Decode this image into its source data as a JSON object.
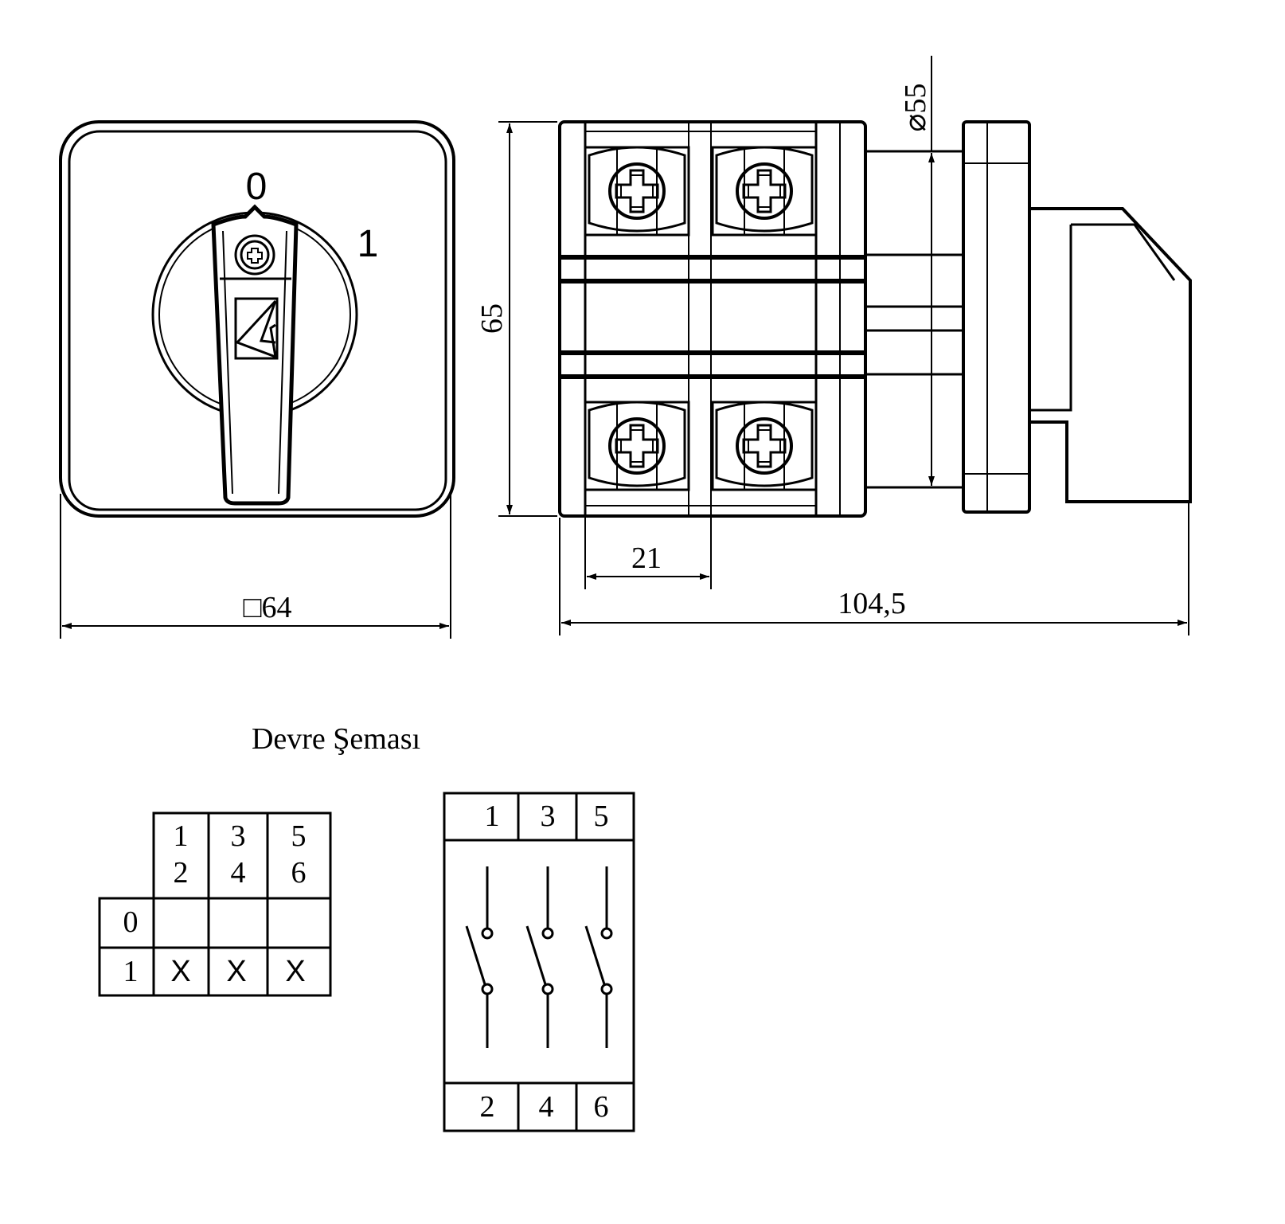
{
  "front_view": {
    "pos0": "0",
    "pos1": "1",
    "dim_square": "□64"
  },
  "side_view": {
    "dim_height": "65",
    "dim_diameter": "⌀55",
    "dim_module": "21",
    "dim_length": "104,5"
  },
  "circuit": {
    "title": "Devre Şeması",
    "table": {
      "headers": [
        [
          "1",
          "2"
        ],
        [
          "3",
          "4"
        ],
        [
          "5",
          "6"
        ]
      ],
      "rows": [
        {
          "pos": "0",
          "cells": [
            "",
            "",
            ""
          ]
        },
        {
          "pos": "1",
          "cells": [
            "X",
            "X",
            "X"
          ]
        }
      ]
    },
    "schematic": {
      "top": [
        "1",
        "3",
        "5"
      ],
      "bottom": [
        "2",
        "4",
        "6"
      ]
    }
  }
}
